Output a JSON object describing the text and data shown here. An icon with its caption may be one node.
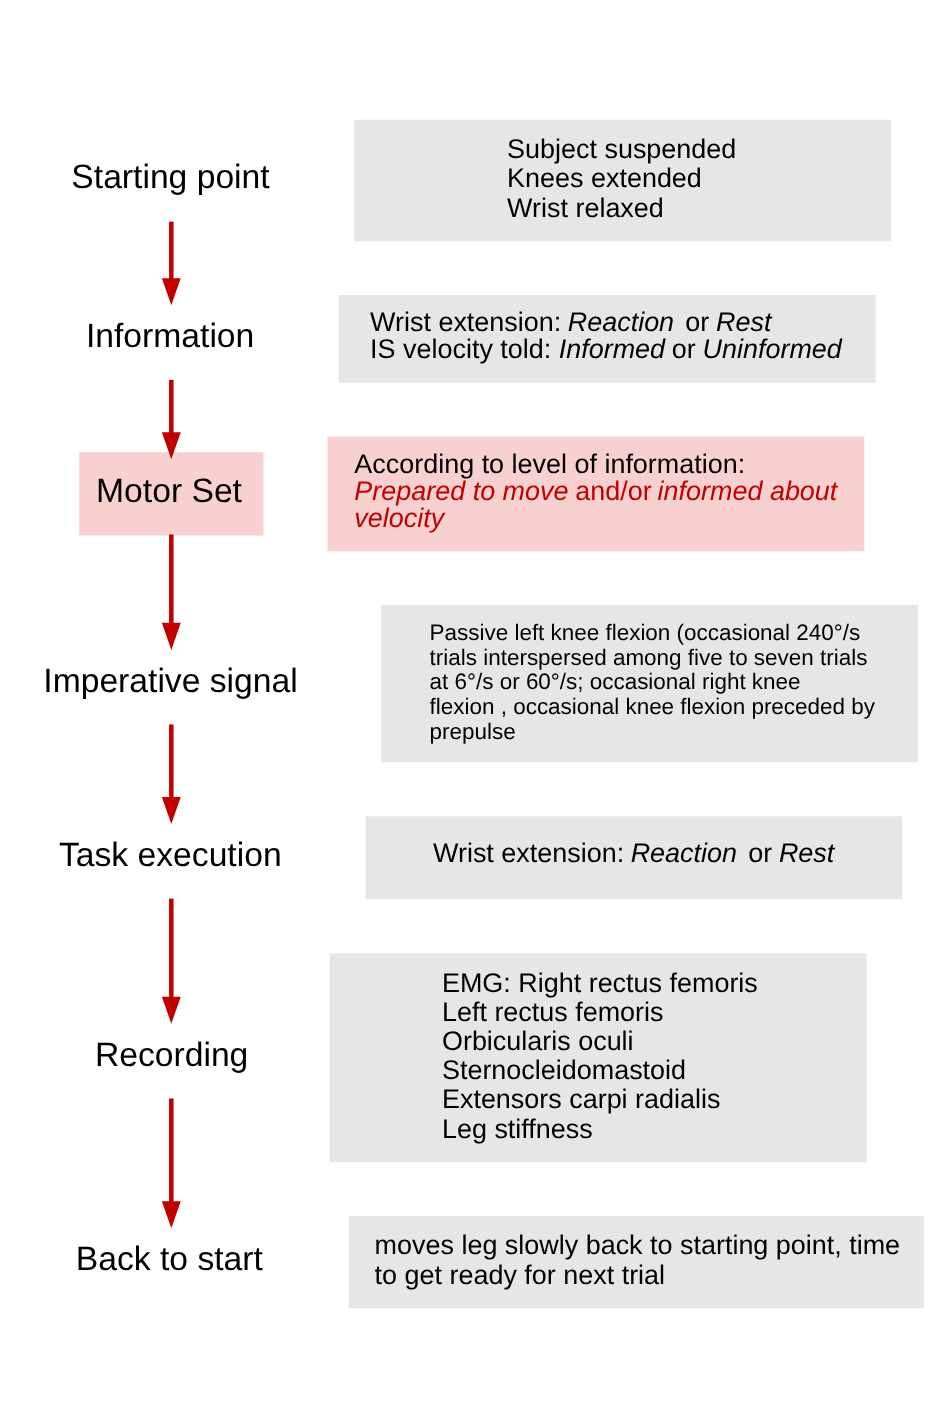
{
  "diagram": {
    "nodes": [
      {
        "text": [
          "Starting point"
        ]
      },
      {
        "text": [
          "Subject suspended",
          "Knees extended",
          "Wrist relaxed"
        ]
      },
      {
        "text": [
          "Information"
        ]
      },
      {
        "text": [
          "Wrist extension: *Reaction* or *Rest*",
          "IS velocity told: *Informed* or *Uninformed*"
        ]
      },
      {
        "text": [
          "Motor Set"
        ]
      },
      {
        "text": [
          "According to level of information:",
          "*Prepared to move* and/or *informed about velocity*"
        ]
      },
      {
        "text": [
          "Imperative signal"
        ]
      },
      {
        "text": [
          "Passive left knee flexion (occasional 240°/s trials interspersed among five to seven trials at 6°/s or 60°/s; occasional right knee flexion , occasional knee flexion preceded by prepulse"
        ]
      },
      {
        "text": [
          "Task execution"
        ]
      },
      {
        "text": [
          "Wrist extension: *Reaction* or *Rest*"
        ]
      },
      {
        "text": [
          "Recording"
        ]
      },
      {
        "text": [
          "EMG: Right rectus femoris",
          "Left rectus femoris",
          "Orbicularis oculi",
          "Sternocleidomastoid",
          "Extensors carpi radialis",
          "Leg stiffness"
        ]
      },
      {
        "text": [
          "Back to start"
        ]
      },
      {
        "text": [
          "moves leg slowly back to starting point, time to get ready for next trial"
        ]
      }
    ],
    "edges": [
      {
        "from": 0,
        "to": 2,
        "arrow": "to"
      },
      {
        "from": 2,
        "to": 4,
        "arrow": "to"
      },
      {
        "from": 4,
        "to": 6,
        "arrow": "to"
      },
      {
        "from": 6,
        "to": 8,
        "arrow": "to"
      },
      {
        "from": 8,
        "to": 10,
        "arrow": "to"
      },
      {
        "from": 10,
        "to": 12,
        "arrow": "to"
      }
    ]
  }
}
